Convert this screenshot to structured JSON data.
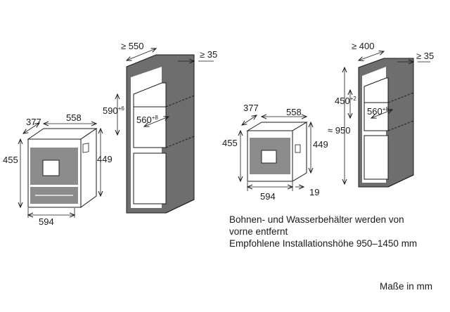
{
  "left_group": {
    "appliance": {
      "depth_total": "377",
      "depth_body": "558",
      "height_front": "455",
      "height_niche": "449",
      "width": "594"
    },
    "cabinet": {
      "min_depth": "≥ 550",
      "min_gap": "≥ 35",
      "niche_height": "590",
      "niche_height_tol": "+6",
      "niche_width": "560",
      "niche_width_tol": "+8"
    }
  },
  "right_group": {
    "appliance": {
      "depth_total": "377",
      "depth_body": "558",
      "height_front": "455",
      "height_niche": "449",
      "width": "594",
      "front_offset": "19"
    },
    "cabinet": {
      "min_depth": "≥ 400",
      "min_gap": "≥ 35",
      "niche_height": "450",
      "niche_height_tol": "+2",
      "niche_width": "560",
      "niche_width_tol": "+8",
      "cabinet_height": "≈ 950"
    }
  },
  "notes": [
    "Bohnen- und Wasserbehälter werden von",
    "vorne entfernt",
    "Empfohlene Installationshöhe 950–1450 mm"
  ],
  "units_label": "Maße in mm"
}
